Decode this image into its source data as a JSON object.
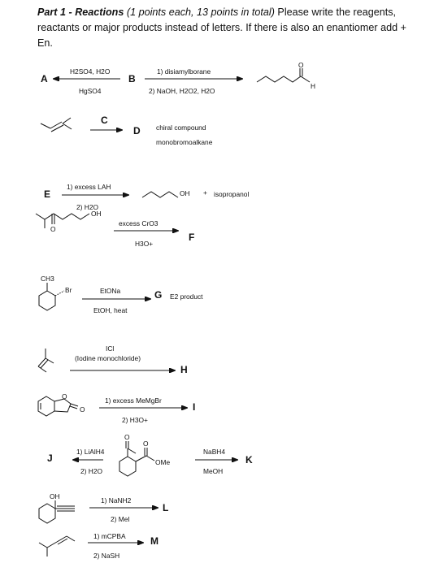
{
  "header": {
    "part": "Part 1 - Reactions",
    "points": "(1 points each, 13 points in total)",
    "instructions": "Please write the reagents, reactants or major products instead of letters. If there is also an enantiomer add + En."
  },
  "letters": {
    "A": "A",
    "B": "B",
    "C": "C",
    "D": "D",
    "E": "E",
    "F": "F",
    "G": "G",
    "H": "H",
    "I": "I",
    "J": "J",
    "K": "K",
    "L": "L",
    "M": "M"
  },
  "reactions": {
    "r1": {
      "top_left": "H2SO4, H2O",
      "bottom_left": "HgSO4",
      "top_right": "1) disiamylborane",
      "bottom_right": "2) NaOH, H2O2, H2O",
      "atom_h": "H",
      "atom_o": "O"
    },
    "r2": {
      "note_line1": "chiral compound",
      "note_line2": "monobromoalkane"
    },
    "r3": {
      "top": "1) excess LAH",
      "bottom": "2) H2O",
      "atom_oh": "OH",
      "plus": "+",
      "coproduct": "isopropanol"
    },
    "r4": {
      "atom_oh": "OH",
      "atom_o": "O",
      "top": "excess CrO3",
      "bottom": "H3O+"
    },
    "r5": {
      "substituent": "CH3",
      "leaving_group": "Br",
      "top": "EtONa",
      "bottom": "EtOH, heat",
      "note": "E2 product"
    },
    "r6": {
      "top": "ICl",
      "bottom": "(Iodine monochloride)"
    },
    "r7": {
      "atom_o_ring": "O",
      "atom_o_carbonyl": "O",
      "top": "1) excess MeMgBr",
      "bottom": "2) H3O+"
    },
    "r8": {
      "left_top": "1) LiAlH4",
      "left_bottom": "2) H2O",
      "atom_o1": "O",
      "atom_o2": "O",
      "atom_ome": "OMe",
      "right_top": "NaBH4",
      "right_bottom": "MeOH"
    },
    "r9": {
      "atom_oh": "OH",
      "top": "1) NaNH2",
      "bottom": "2) MeI"
    },
    "r10": {
      "top": "1) mCPBA",
      "bottom": "2) NaSH"
    }
  }
}
